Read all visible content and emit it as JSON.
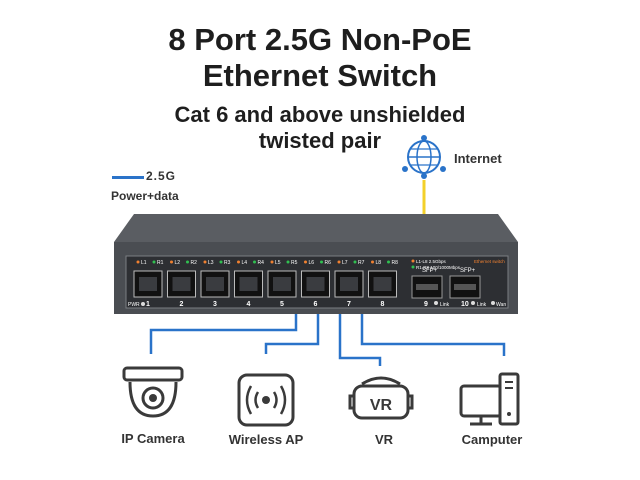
{
  "title": {
    "line1": "8 Port 2.5G Non-PoE",
    "line2": "Ethernet Switch",
    "subtitle1": "Cat 6 and above unshielded",
    "subtitle2": "twisted pair"
  },
  "legend": {
    "speed": "2.5G",
    "caption": "Power+data",
    "line_color": "#2a73c9"
  },
  "internet": {
    "label": "Internet",
    "icon": "globe-network-icon",
    "cable_color": "#f3d02a"
  },
  "switch": {
    "brand": "Ethernet switch",
    "led_legend_1": "L1-L8 2.5Gbps",
    "led_legend_2": "R1-R8 100/1000Mbps",
    "pwr_label": "PWR",
    "led_labels": [
      "L1",
      "R1",
      "L2",
      "R2",
      "L3",
      "R3",
      "L4",
      "R4",
      "L5",
      "R5",
      "L6",
      "R6",
      "L7",
      "R7",
      "L8",
      "R8"
    ],
    "port_numbers": [
      "1",
      "2",
      "3",
      "4",
      "5",
      "6",
      "7",
      "8"
    ],
    "sfp_labels": [
      "SFP+",
      "SFP+"
    ],
    "sfp_numbers": [
      "9",
      "10"
    ],
    "link_label": "Link",
    "wan_label": "Wan",
    "body_color": "#4a4d52"
  },
  "devices": [
    {
      "label": "IP Camera",
      "icon": "ip-camera-icon"
    },
    {
      "label": "Wireless AP",
      "icon": "wireless-ap-icon"
    },
    {
      "label": "VR",
      "icon": "vr-headset-icon"
    },
    {
      "label": "Camputer",
      "icon": "computer-icon"
    }
  ],
  "vr_text": "VR"
}
